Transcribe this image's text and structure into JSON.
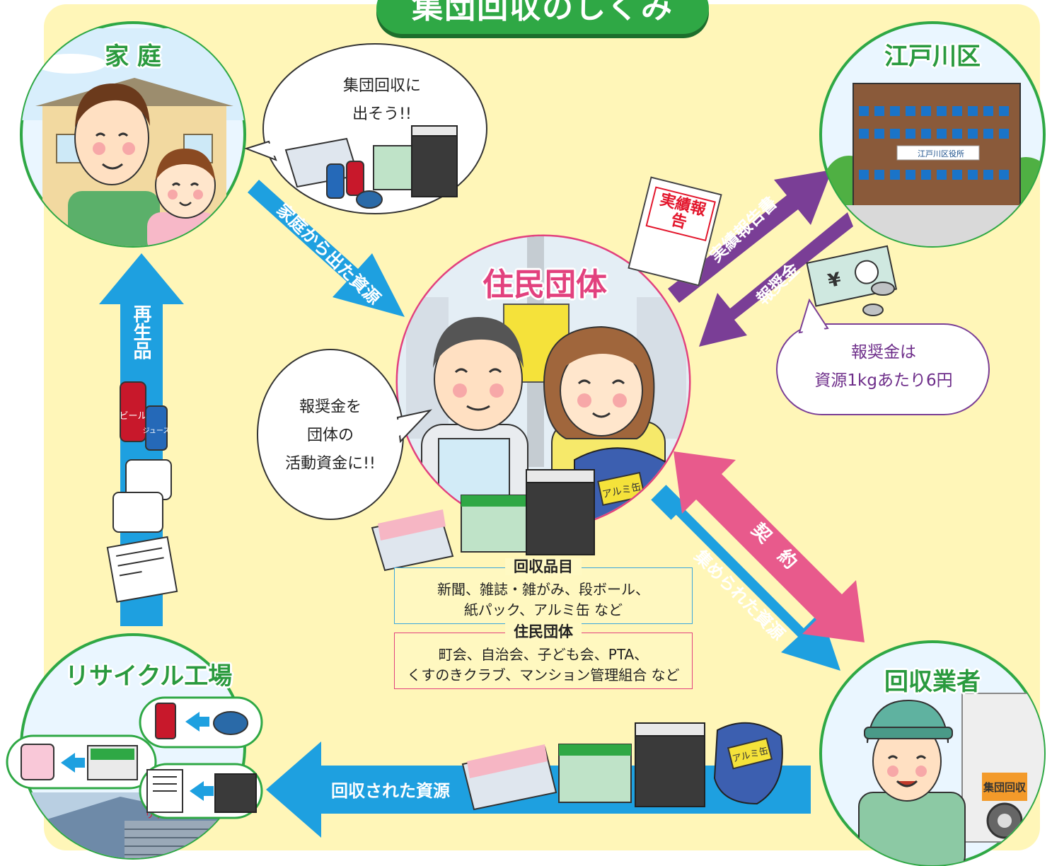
{
  "title": "集団回収のしくみ",
  "nodes": {
    "household": "家 庭",
    "ward": "江戸川区",
    "residents": "住民団体",
    "recycle_factory": "リサイクル工場",
    "collector": "回収業者"
  },
  "bubbles": {
    "household": [
      "集団回収に",
      "出そう!!"
    ],
    "residents": [
      "報奨金を",
      "団体の",
      "活動資金に!!"
    ],
    "reward": [
      "報奨金は",
      "資源1kgあたり6円"
    ]
  },
  "arrows": {
    "household_to_residents": "家庭から出た資源",
    "report": "実績報告書",
    "reward": "報奨金",
    "contract": "契　約",
    "collected_to_collector": "集められた資源",
    "collector_to_factory": "回収された資源",
    "recycled_products": "再生品"
  },
  "report_paper": "実績報告",
  "city_hall_sign": "江戸川区役所",
  "factory_sign": "リサイクル工場",
  "truck_sign": "集団回収",
  "aluminum_sign": "アルミ缶",
  "can_labels": {
    "beer": "ビール",
    "juice": "ジュース"
  },
  "items_box": {
    "heading": "回収品目",
    "lines": [
      "新聞、雑誌・雑がみ、段ボール、",
      "紙パック、アルミ缶 など"
    ]
  },
  "groups_box": {
    "heading": "住民団体",
    "lines": [
      "町会、自治会、子ども会、PTA、",
      "くすのきクラブ、マンション管理組合 など"
    ]
  },
  "colors": {
    "background": "#fff6b8",
    "green": "#2fa845",
    "blue_arrow": "#1ea0e0",
    "purple_arrow": "#7a3e96",
    "pink_arrow": "#e85a8c",
    "pink_circle": "#e2417e",
    "item_box_border": "#3aa6dd",
    "group_box_border": "#e2417e"
  }
}
